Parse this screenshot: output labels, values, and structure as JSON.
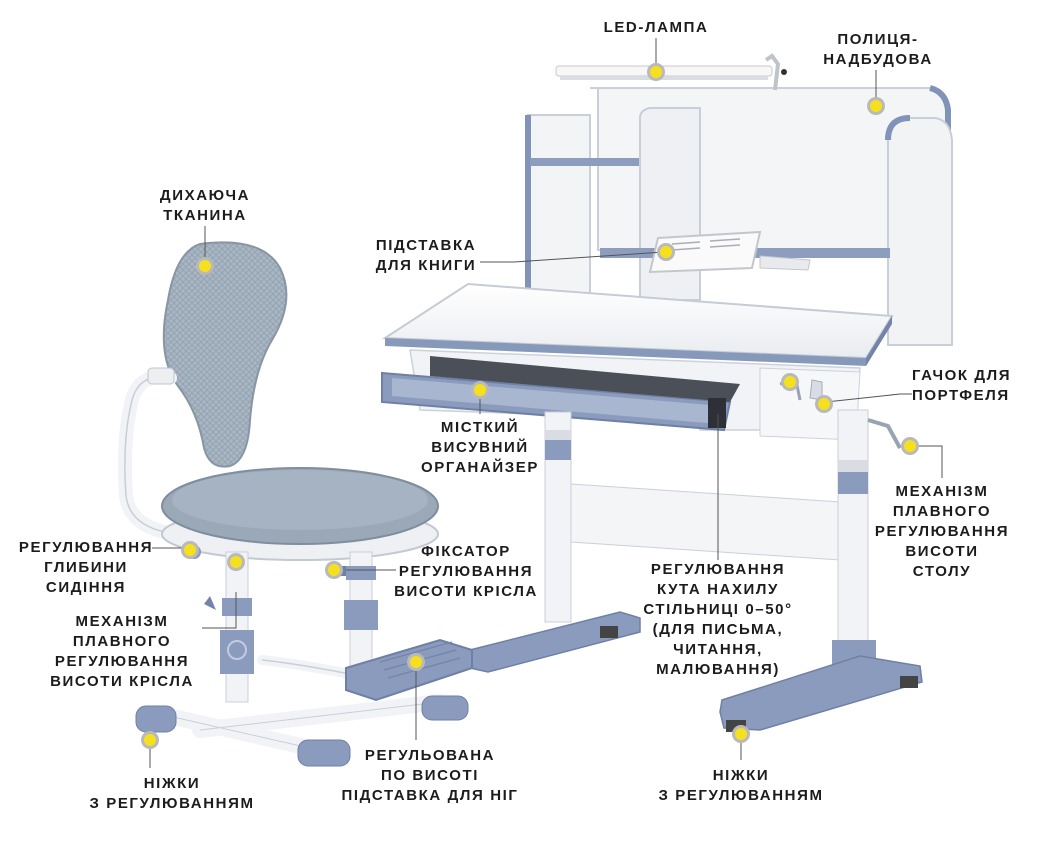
{
  "colors": {
    "accent": "#7f8fb2",
    "frame": "#eef0f3",
    "fabric": "#9aa8b8",
    "marker_fill": "#f5e020",
    "marker_ring": "#b9b9b9",
    "text": "#1c1c1c"
  },
  "labels": {
    "led_lamp": "LED-ЛАМПА",
    "shelf": "ПОЛИЦЯ-\nНАДБУДОВА",
    "breathable_fabric": "ДИХАЮЧА\nТКАНИНА",
    "book_stand": "ПІДСТАВКА\nДЛЯ КНИГИ",
    "bag_hook": "ГАЧОК ДЛЯ\nПОРТФЕЛЯ",
    "organizer": "МІСТКИЙ\nВИСУВНИЙ\nОРГАНАЙЗЕР",
    "desk_height": "МЕХАНІЗМ\nПЛАВНОГО\nРЕГУЛЮВАННЯ\nВИСОТИ\nСТОЛУ",
    "seat_depth": "РЕГУЛЮВАННЯ\nГЛИБИНИ\nСИДІННЯ",
    "chair_lock": "ФІКСАТОР\nРЕГУЛЮВАННЯ\nВИСОТИ КРІСЛА",
    "tilt": "РЕГУЛЮВАННЯ\nКУТА НАХИЛУ\nСТІЛЬНИЦІ 0–50°\n(ДЛЯ ПИСЬМА,\nЧИТАННЯ,\nМАЛЮВАННЯ)",
    "chair_height": "МЕХАНІЗМ\nПЛАВНОГО\nРЕГУЛЮВАННЯ\nВИСОТИ КРІСЛА",
    "chair_feet": "НІЖКИ\nЗ РЕГУЛЮВАННЯМ",
    "footrest": "РЕГУЛЬОВАНА\nПО ВИСОТІ\nПІДСТАВКА ДЛЯ НІГ",
    "desk_feet": "НІЖКИ\nЗ РЕГУЛЮВАННЯМ"
  },
  "icons": {
    "marker": "hotspot-dot-icon"
  }
}
